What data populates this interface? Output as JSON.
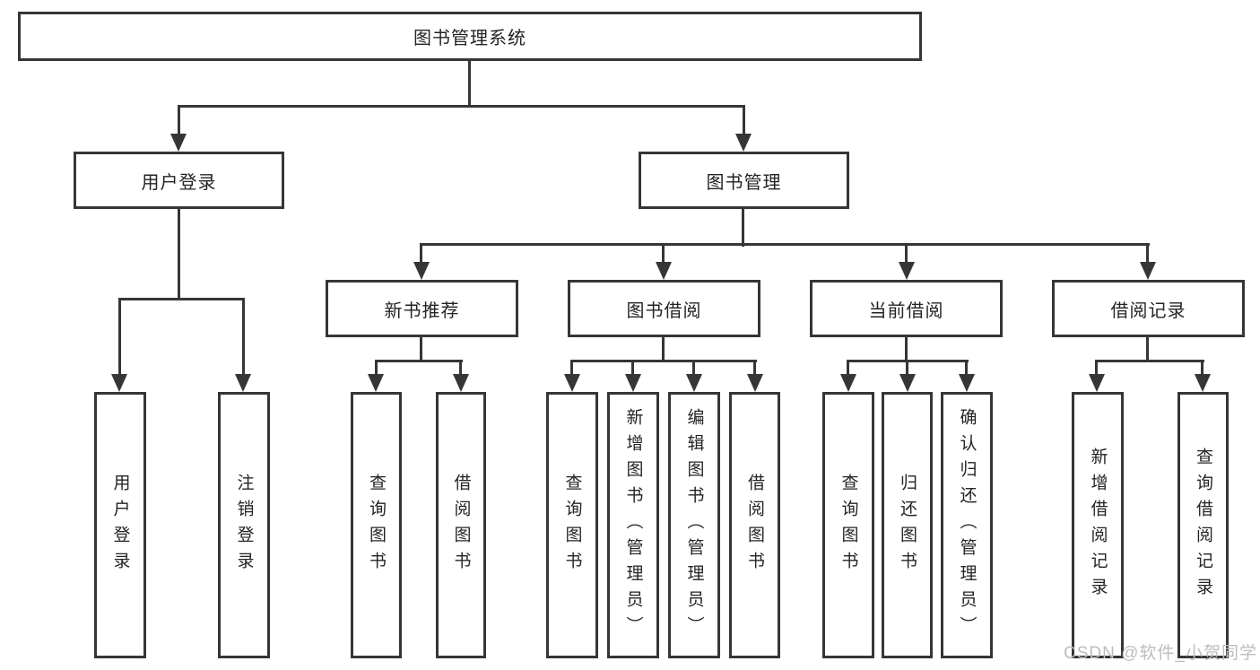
{
  "diagram_title": "图书管理系统",
  "tree": {
    "label": "图书管理系统",
    "children": [
      {
        "label": "用户登录",
        "children": [
          {
            "label": "用户登录"
          },
          {
            "label": "注销登录"
          }
        ]
      },
      {
        "label": "图书管理",
        "children": [
          {
            "label": "新书推荐",
            "children": [
              {
                "label": "查询图书"
              },
              {
                "label": "借阅图书"
              }
            ]
          },
          {
            "label": "图书借阅",
            "children": [
              {
                "label": "查询图书"
              },
              {
                "label": "新增图书（管理员）"
              },
              {
                "label": "编辑图书（管理员）"
              },
              {
                "label": "借阅图书"
              }
            ]
          },
          {
            "label": "当前借阅",
            "children": [
              {
                "label": "查询图书"
              },
              {
                "label": "归还图书"
              },
              {
                "label": "确认归还（管理员）"
              }
            ]
          },
          {
            "label": "借阅记录",
            "children": [
              {
                "label": "新增借阅记录"
              },
              {
                "label": "查询借阅记录"
              }
            ]
          }
        ]
      }
    ]
  },
  "watermark": "CSDN @软件_小贺同学",
  "colors": {
    "line": "#363636",
    "text": "#242424",
    "background": "#ffffff",
    "watermark": "#bdbdbd"
  }
}
